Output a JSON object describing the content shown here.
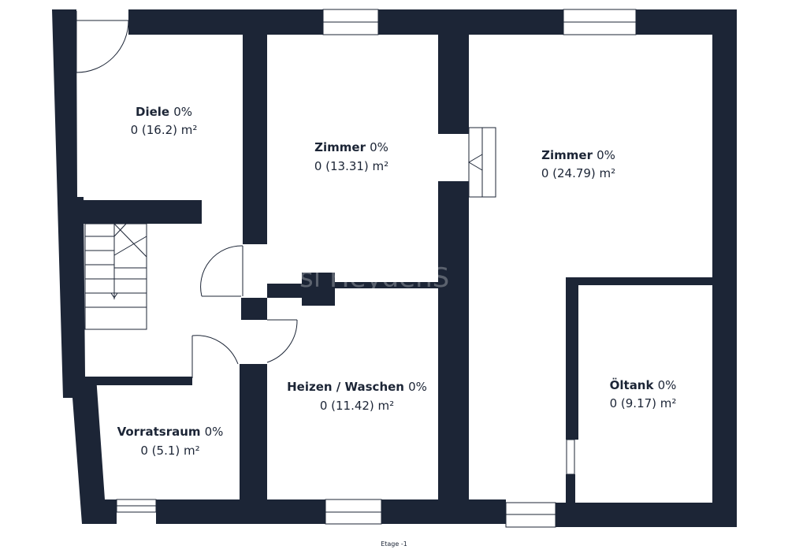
{
  "floor_label": "Etage -1",
  "watermark": "sl HeydenS",
  "rooms": [
    {
      "name": "Diele",
      "percent": "0%",
      "area": "0 (16.2) m²"
    },
    {
      "name": "Zimmer",
      "percent": "0%",
      "area": "0 (13.31) m²"
    },
    {
      "name": "Zimmer",
      "percent": "0%",
      "area": "0 (24.79) m²"
    },
    {
      "name": "Heizen / Waschen",
      "percent": "0%",
      "area": "0 (11.42) m²"
    },
    {
      "name": "Öltank",
      "percent": "0%",
      "area": "0 (9.17) m²"
    },
    {
      "name": "Vorratsraum",
      "percent": "0%",
      "area": "0 (5.1) m²"
    }
  ],
  "colors": {
    "wall": "#1c2536",
    "background": "#ffffff"
  }
}
